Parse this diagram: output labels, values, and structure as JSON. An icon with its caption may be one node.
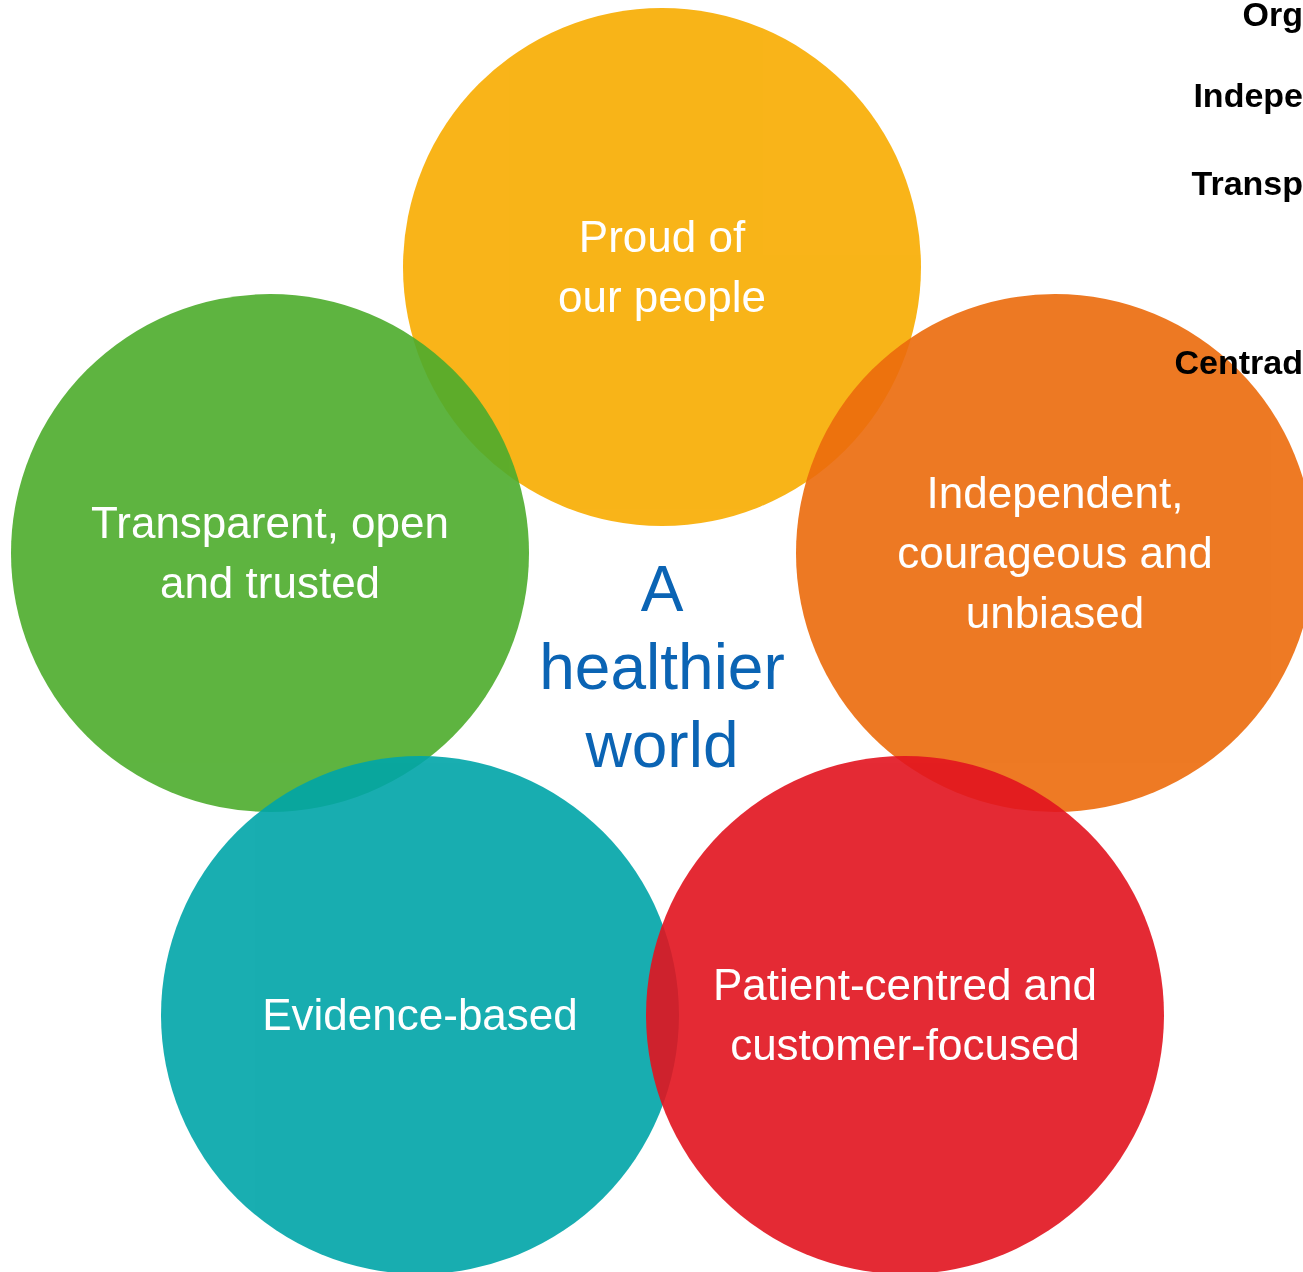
{
  "diagram": {
    "nodes": [
      {
        "text": [
          "Proud of our people"
        ]
      },
      {
        "text": [
          "Transparent, open and trusted"
        ]
      },
      {
        "text": [
          "Independent, courageous and unbiased"
        ]
      },
      {
        "text": [
          "Evidence-based"
        ]
      },
      {
        "text": [
          "Patient-centred and customer-focused"
        ]
      }
    ],
    "labels": [
      "Org",
      "Indepe",
      "Transp",
      "Centrad",
      "A healthier world"
    ]
  }
}
